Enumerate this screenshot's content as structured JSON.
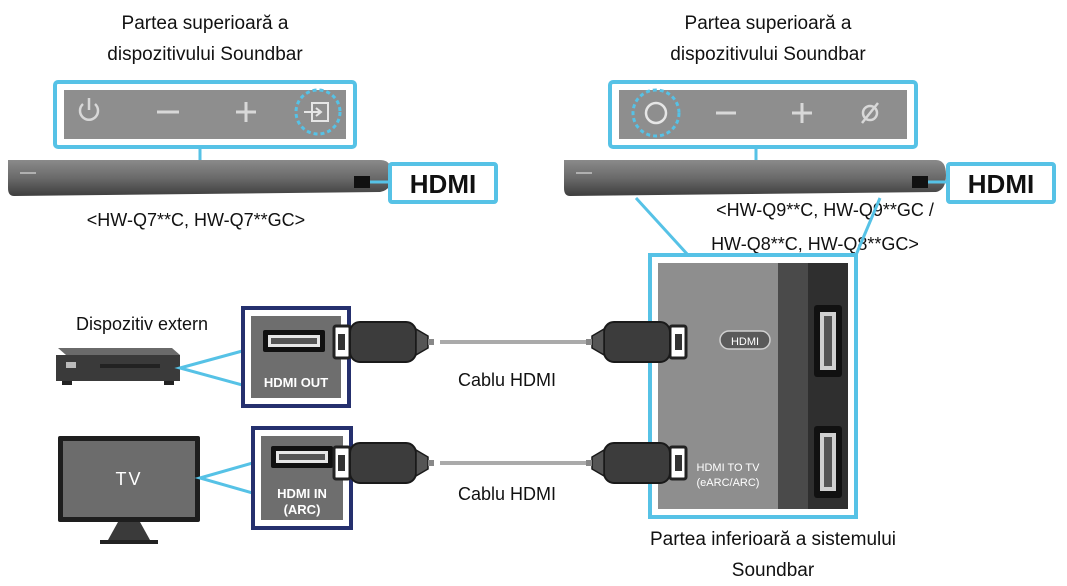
{
  "left_unit": {
    "top_caption_line1": "Partea superioară a",
    "top_caption_line2": "dispozitivului Soundbar",
    "port_label": "HDMI",
    "model": "<HW-Q7**C, HW-Q7**GC>",
    "buttons": [
      "power-icon",
      "minus-icon",
      "plus-icon",
      "source-icon"
    ],
    "highlighted_button": "source-icon"
  },
  "right_unit": {
    "top_caption_line1": "Partea superioară a",
    "top_caption_line2": "dispozitivului Soundbar",
    "port_label": "HDMI",
    "model_line1": "<HW-Q9**C, HW-Q9**GC /",
    "model_line2": "HW-Q8**C, HW-Q8**GC>",
    "buttons": [
      "circle-button-icon",
      "minus-icon",
      "plus-icon",
      "mic-off-icon"
    ],
    "highlighted_button": "circle-button-icon"
  },
  "external_device": {
    "label": "Dispozitiv extern",
    "port_label": "HDMI OUT"
  },
  "tv": {
    "label": "TV",
    "port_line1": "HDMI IN",
    "port_line2": "(ARC)"
  },
  "cables": {
    "top_label": "Cablu HDMI",
    "bottom_label": "Cablu HDMI"
  },
  "soundbar_bottom": {
    "port_top": "HDMI",
    "port_bottom_line1": "HDMI TO TV",
    "port_bottom_line2": "(eARC/ARC)",
    "caption_line1": "Partea inferioară a sistemului",
    "caption_line2": "Soundbar"
  },
  "colors": {
    "highlight": "#56c2e6",
    "callout_blue": "#25306e",
    "soundbar": "#6a6a6a",
    "panel": "#8e8e8e",
    "cable_line": "#aaaaaa"
  }
}
